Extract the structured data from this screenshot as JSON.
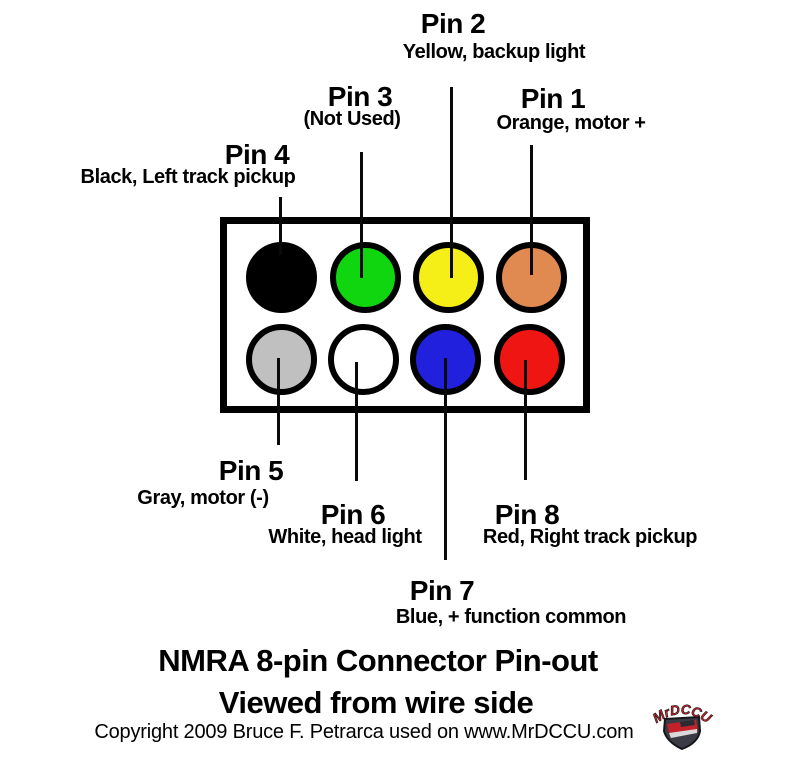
{
  "diagram": {
    "title_line1": "NMRA 8-pin Connector Pin-out",
    "title_line2": "Viewed from wire side",
    "copyright": "Copyright 2009 Bruce F. Petrarca used on www.MrDCCU.com",
    "logo": {
      "text": "MrDCCU",
      "accent_color": "#c4222b"
    },
    "connector": {
      "outline_color": "#000000",
      "rows": 2,
      "columns": 4
    },
    "pins": {
      "pin1": {
        "label": "Pin 1",
        "desc": "Orange, motor +",
        "color": "#e08950"
      },
      "pin2": {
        "label": "Pin 2",
        "desc": "Yellow, backup light",
        "color": "#f5ee17"
      },
      "pin3": {
        "label": "Pin 3",
        "desc": "(Not Used)",
        "color": "#0fd60f"
      },
      "pin4": {
        "label": "Pin 4",
        "desc": "Black, Left track pickup",
        "color": "#000000"
      },
      "pin5": {
        "label": "Pin 5",
        "desc": "Gray, motor (-)",
        "color": "#c0c0c0"
      },
      "pin6": {
        "label": "Pin 6",
        "desc": "White, head light",
        "color": "#ffffff"
      },
      "pin7": {
        "label": "Pin 7",
        "desc": "Blue, + function common",
        "color": "#2020dd"
      },
      "pin8": {
        "label": "Pin 8",
        "desc": "Red, Right track pickup",
        "color": "#ee1512"
      }
    }
  }
}
